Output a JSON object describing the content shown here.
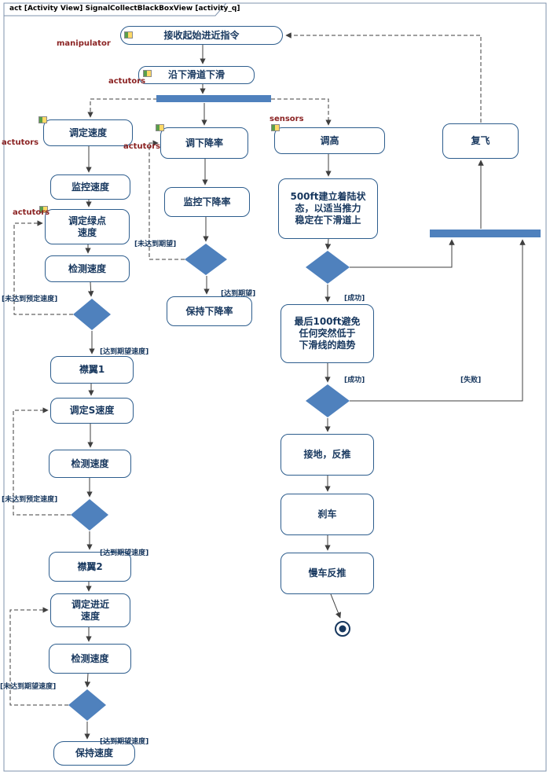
{
  "frame": {
    "tab_title": "act [Activity View] SignalCollectBlackBoxView [activity_q]"
  },
  "partitions": {
    "manipulator": "manipulator",
    "actutors_glide": "actutors",
    "actutors_speed": "actutors",
    "actutors_green": "actutors",
    "actutors_descent": "actutors",
    "sensors": "sensors"
  },
  "nodes": {
    "start": "接收起始进近指令",
    "glide": "沿下滑道下滑",
    "set_speed": "调定速度",
    "monitor_speed": "监控速度",
    "set_green_dot": "调定绿点\n速度",
    "detect_speed_1": "检测速度",
    "flap1": "襟翼1",
    "set_s_speed": "调定S速度",
    "detect_speed_2": "检测速度",
    "flap2": "襟翼2",
    "set_approach_speed": "调定进近\n速度",
    "detect_speed_3": "检测速度",
    "keep_speed": "保持速度",
    "set_descent_rate": "调下降率",
    "monitor_descent_rate": "监控下降率",
    "keep_descent_rate": "保持下降率",
    "set_altitude": "调高",
    "establish_500ft": "500ft建立着陆状\n态，以适当推力\n稳定在下滑道上",
    "final_100ft": "最后100ft避免\n任何突然低于\n下滑线的趋势",
    "touchdown": "接地，反推",
    "brake": "刹车",
    "idle_reverse": "慢车反推",
    "go_around": "复飞"
  },
  "guards": {
    "not_reach_preset_1": "[未达到预定速度]",
    "reach_expect_1": "[达到期望速度]",
    "not_reach_preset_2": "[未达到预定速度]",
    "reach_expect_2": "[达到期望速度]",
    "not_reach_expect_3": "[未达到期望速度]",
    "reach_expect_3": "[达到期望速度]",
    "not_reach_expect_rate": "[未达到期望]",
    "reach_expect_rate": "[达到期望]",
    "success_1": "[成功]",
    "success_2": "[成功]",
    "fail": "[失败]"
  },
  "colors": {
    "node_border": "#2d5d8d",
    "node_text": "#17375e",
    "diamond_fill": "#4f81bd",
    "bar_fill": "#4f81bd",
    "partition_label": "#8b2323",
    "edge": "#3f3f3f"
  }
}
